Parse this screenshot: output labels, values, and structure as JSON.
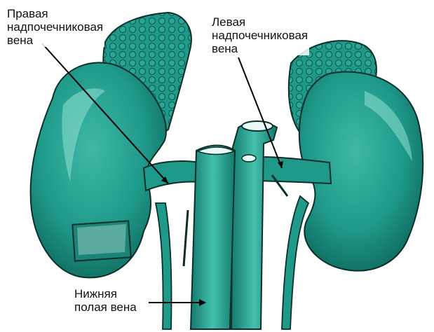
{
  "labels": {
    "right_adrenal_vein": [
      "Правая",
      "надпочечниковая",
      "вена"
    ],
    "left_adrenal_vein": [
      "Левая",
      "надпочечниковая",
      "вена"
    ],
    "inferior_vena_cava": [
      "Нижняя",
      "полая вена"
    ]
  },
  "colors": {
    "organ_fill": "#1f9a8a",
    "organ_dark": "#0d5d52",
    "organ_light": "#7fd3c4",
    "outline": "#0b2f2a",
    "pointer": "#000000"
  }
}
